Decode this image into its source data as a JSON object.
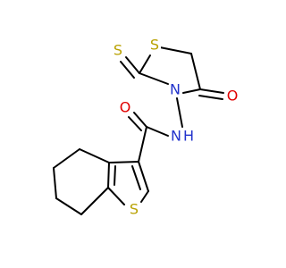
{
  "colors": {
    "sulfur": "#b8a100",
    "oxygen": "#e00000",
    "nitrogen": "#2233cc",
    "bond": "#000000",
    "background": "#ffffff"
  },
  "atoms": {
    "s_thioxo": "S",
    "s_thiazolidine": "S",
    "o_ring": "O",
    "n_ring": "N",
    "nh": "N",
    "h_nh": "H",
    "o_amide": "O",
    "s_thiophene": "S"
  }
}
